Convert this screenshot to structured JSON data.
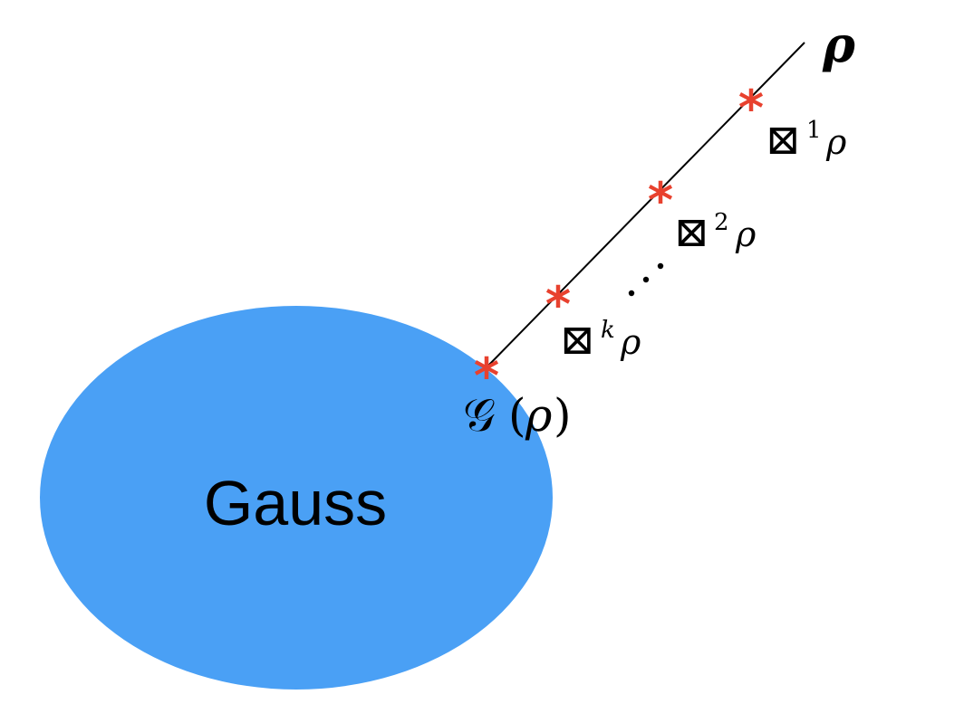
{
  "colors": {
    "region_fill": "#4aa0f5",
    "marker": "#e8412e",
    "ink": "#000000"
  },
  "region": {
    "label": "Gauss"
  },
  "endpoint": {
    "label": "ρ"
  },
  "projection": {
    "script": "𝒢",
    "open": "(",
    "arg": "ρ",
    "close": ")"
  },
  "markers": [
    {
      "symbol": "⊠",
      "power": "1",
      "arg": "ρ"
    },
    {
      "symbol": "⊠",
      "power": "2",
      "arg": "ρ"
    },
    {
      "symbol": "⊠",
      "power": "k",
      "arg": "ρ"
    }
  ],
  "marker_glyph": "*"
}
